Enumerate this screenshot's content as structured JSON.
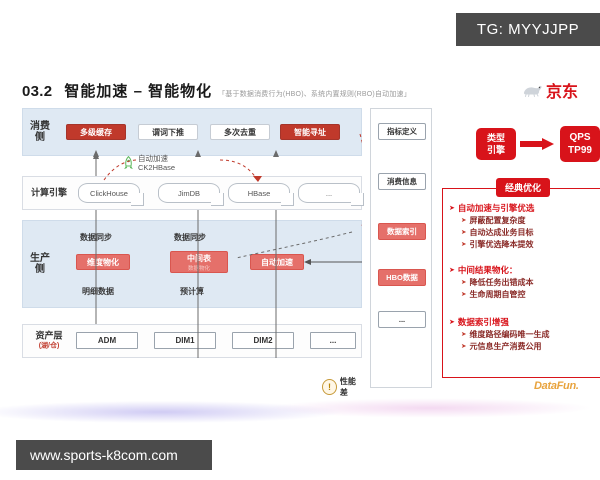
{
  "tg_badge": "TG: MYYJJPP",
  "watermark": "www.sports-k8com.com",
  "slide": {
    "number": "03.2",
    "title": "智能加速 – 智能物化",
    "subtitle": "「基于数据消费行为(HBO)、系统内置规则(RBO)自动加速」",
    "brand": "京东",
    "brand_icon": "jd-dog-icon",
    "credit": "DataFun."
  },
  "consumption_layer": {
    "label": "消费侧",
    "chips": [
      {
        "text": "多级缓存",
        "style": "red"
      },
      {
        "text": "谓词下推",
        "style": "white"
      },
      {
        "text": "多次去重",
        "style": "white"
      },
      {
        "text": "智能寻址",
        "style": "red"
      }
    ]
  },
  "accel_badge": {
    "icon": "rocket-icon",
    "line1": "自动加速",
    "line2": "CK2HBase"
  },
  "engine_layer": {
    "label": "计算引擎",
    "engines": [
      "ClickHouse",
      "JimDB",
      "HBase",
      "..."
    ]
  },
  "production_layer": {
    "label": "生产侧",
    "sync_labels": [
      "数据同步",
      "数据同步"
    ],
    "chips": [
      {
        "text": "维度物化",
        "sub": "",
        "style": "red"
      },
      {
        "text": "中间表",
        "sub": "数据物化",
        "style": "red"
      },
      {
        "text": "自动加速",
        "sub": "",
        "style": "red"
      }
    ],
    "stage_labels": [
      "明细数据",
      "预计算"
    ],
    "perf_badge": {
      "icon": "warning-coin-icon",
      "label": "性能差"
    }
  },
  "asset_layer": {
    "label": "资产层",
    "sub_label": "(湖/仓)",
    "items": [
      "ADM",
      "DIM1",
      "DIM2",
      "..."
    ]
  },
  "metadata_column": {
    "items": [
      {
        "text": "指标定义",
        "style": "white"
      },
      {
        "text": "消费信息",
        "style": "white"
      },
      {
        "text": "数据索引",
        "style": "red"
      },
      {
        "text": "HBO数据",
        "style": "red"
      },
      {
        "text": "...",
        "style": "white"
      }
    ]
  },
  "type_engine": {
    "line1": "类型",
    "line2": "引擎"
  },
  "qps_box": {
    "line1": "QPS",
    "line2": "TP99"
  },
  "optimization": {
    "title": "经典优化",
    "groups": [
      {
        "head": "自动加速与引擎优选",
        "items": [
          "屏蔽配置复杂度",
          "自动达成业务目标",
          "引擎优选降本提效"
        ]
      },
      {
        "head": "中间结果物化：",
        "items": [
          "降低任务出错成本",
          "生命周期自管控"
        ]
      },
      {
        "head": "数据索引增强",
        "items": [
          "维度路径编码唯一生成",
          "元信息生产消费公用"
        ]
      }
    ]
  },
  "colors": {
    "brand_red": "#d8131a",
    "chip_red": "#c0392b",
    "chip_red_soft": "#e5706a",
    "band_blue": "#dfe9f3",
    "badge_gray": "#4b4b4b",
    "rocket_green": "#5cb85c",
    "datafun_orange": "#e8a33d"
  }
}
